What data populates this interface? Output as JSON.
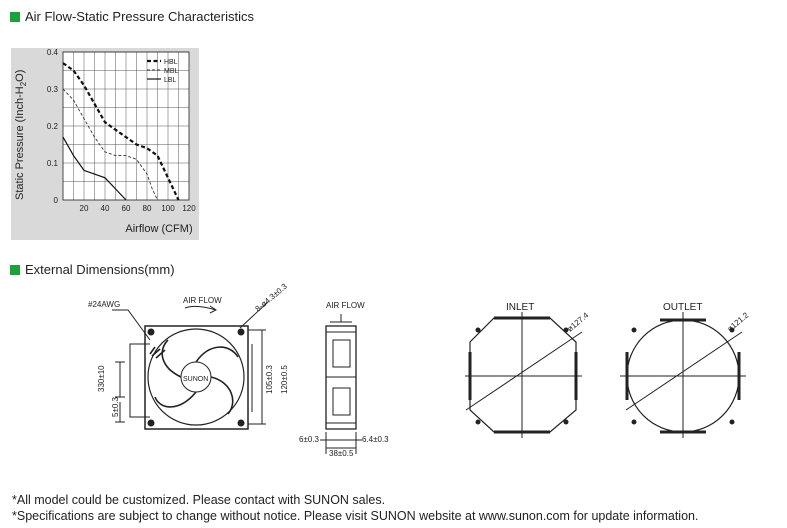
{
  "section1": {
    "title": "Air Flow-Static Pressure Characteristics"
  },
  "section2": {
    "title": "External Dimensions(mm)"
  },
  "chart_data": {
    "type": "line",
    "xlabel": "Airflow (CFM)",
    "ylabel_main": "Static Pressure (Inch-H",
    "ylabel_sub": "2",
    "ylabel_tail": "O)",
    "xlim": [
      0,
      120
    ],
    "ylim": [
      0,
      0.4
    ],
    "x_ticks": [
      "20",
      "40",
      "60",
      "80",
      "100",
      "120"
    ],
    "y_ticks": [
      "0",
      "0.1",
      "0.2",
      "0.3",
      "0.4"
    ],
    "grid": true,
    "legend_position": "top-right",
    "series": [
      {
        "name": "HBL",
        "style": "dashed-bold",
        "x": [
          0,
          10,
          20,
          30,
          40,
          50,
          60,
          70,
          80,
          90,
          100,
          105,
          110
        ],
        "y": [
          0.37,
          0.35,
          0.31,
          0.26,
          0.21,
          0.19,
          0.17,
          0.15,
          0.14,
          0.12,
          0.06,
          0.03,
          0
        ]
      },
      {
        "name": "MBL",
        "style": "dashed-thin",
        "x": [
          0,
          10,
          20,
          30,
          40,
          50,
          60,
          70,
          80,
          85,
          90
        ],
        "y": [
          0.3,
          0.27,
          0.22,
          0.17,
          0.13,
          0.12,
          0.12,
          0.11,
          0.07,
          0.03,
          0
        ]
      },
      {
        "name": "LBL",
        "style": "solid",
        "x": [
          0,
          10,
          20,
          30,
          40,
          50,
          60
        ],
        "y": [
          0.17,
          0.12,
          0.08,
          0.07,
          0.06,
          0.03,
          0
        ]
      }
    ]
  },
  "dimensions": {
    "wire": "#24AWG",
    "air_flow": "AIR FLOW",
    "holes": "8-ø4.3±0.3",
    "brand": "SUNON",
    "dim_330": "330±10",
    "dim_5": "5±0.3",
    "dim_105": "105±0.3",
    "dim_120": "120±0.5",
    "dim_6": "6±0.3",
    "dim_64": "6.4±0.3",
    "dim_38": "38±0.5",
    "inlet": "INLET",
    "outlet": "OUTLET",
    "dia_inlet": "ø127.4",
    "dia_outlet": "ø121.2"
  },
  "footer": {
    "line1": "*All model could be customized. Please contact with SUNON sales.",
    "line2": "*Specifications are subject to change without notice. Please visit SUNON website at www.sunon.com for update information."
  }
}
